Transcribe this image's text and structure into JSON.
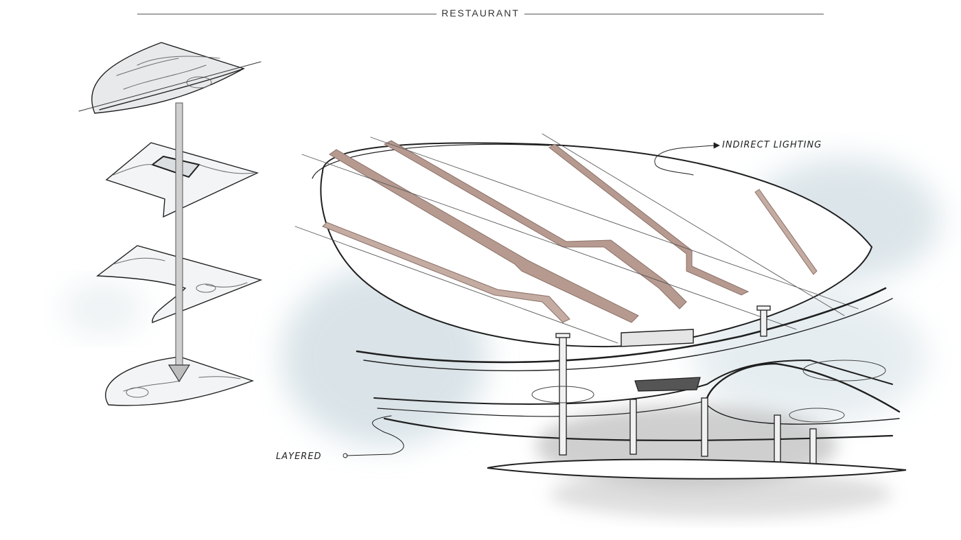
{
  "header": {
    "title": "RESTAURANT"
  },
  "annotations": {
    "lighting": "INDIRECT LIGHTING",
    "layered": "LAYERED"
  },
  "colors": {
    "ink": "#1f1f1f",
    "wash_blue": "#c9d8df",
    "wash_gray": "#9a9a9a",
    "accent_brown": "#b69a90"
  },
  "icons": [
    "arrow-down-icon"
  ]
}
